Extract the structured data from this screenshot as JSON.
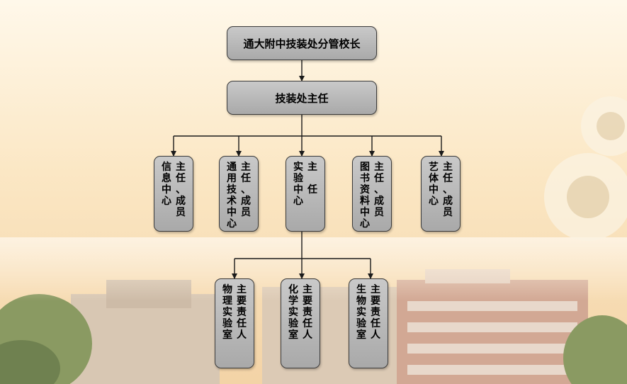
{
  "nodes": {
    "top": "通大附中技装处分管校长",
    "director": "技装处主任",
    "centers": [
      {
        "id": "info",
        "cols": [
          "主任、成员",
          "信息中心"
        ]
      },
      {
        "id": "general-tech",
        "cols": [
          "主任、成员",
          "通用技术中心"
        ]
      },
      {
        "id": "lab",
        "cols": [
          "主 任",
          "实验中心"
        ]
      },
      {
        "id": "library",
        "cols": [
          "主任、成员",
          "图书资料中心"
        ]
      },
      {
        "id": "art",
        "cols": [
          "主任、成员",
          "艺体中心"
        ]
      }
    ],
    "labs": [
      {
        "id": "physics",
        "cols": [
          "主要责任人",
          "物理实验室"
        ]
      },
      {
        "id": "chemistry",
        "cols": [
          "主要责任人",
          "化学实验室"
        ]
      },
      {
        "id": "biology",
        "cols": [
          "主要责任人",
          "生物实验室"
        ]
      }
    ]
  },
  "colors": {
    "box_fill": "#b8b8b8",
    "box_border": "#3a3a3a",
    "connector": "#1a1a1a"
  }
}
